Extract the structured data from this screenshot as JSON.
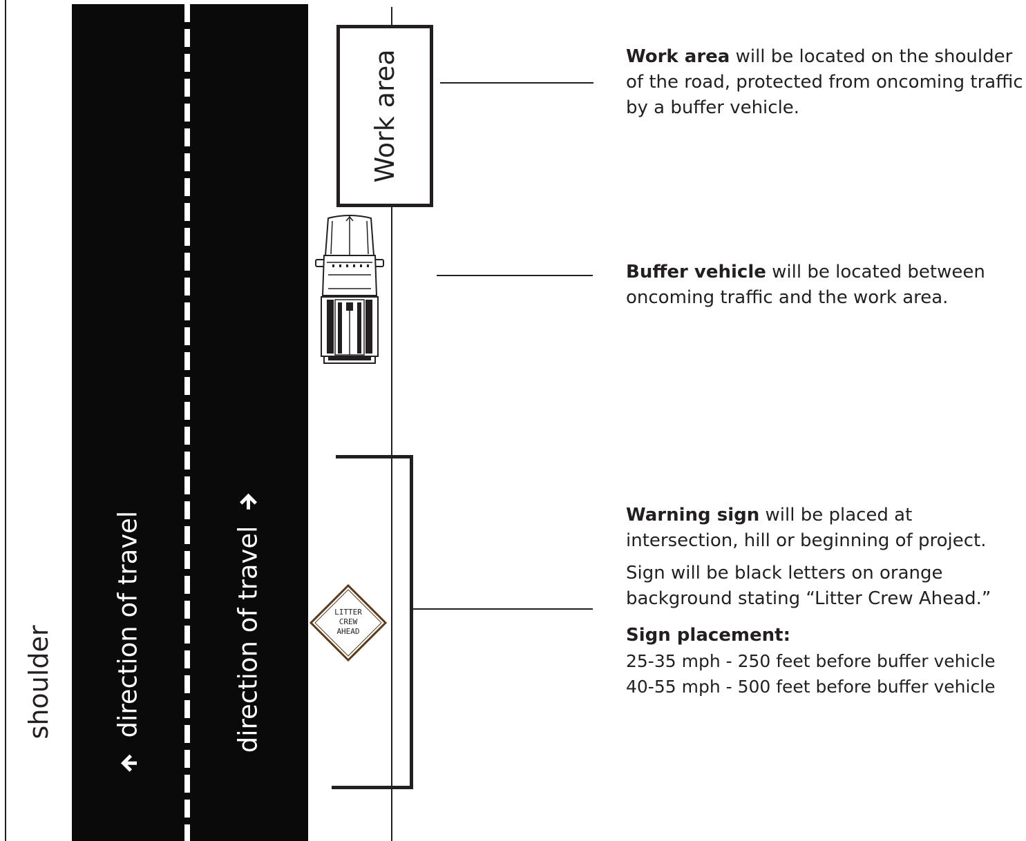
{
  "road": {
    "shoulder_label": "shoulder",
    "direction_label": "direction of travel",
    "arrow_down_icon": "arrow-down-icon",
    "arrow_up_icon": "arrow-up-icon"
  },
  "work_area": {
    "box_label": "Work area",
    "heading": "Work area",
    "description": " will be located on the shoulder of the road, protected from oncoming traffic by a buffer vehicle."
  },
  "buffer_vehicle": {
    "icon": "pickup-truck-icon",
    "heading": "Buffer vehicle",
    "description": " will be located between oncoming traffic and the work area."
  },
  "warning_sign": {
    "sign_text": [
      "LITTER",
      "CREW",
      "AHEAD"
    ],
    "heading": "Warning sign",
    "description": " will be placed at intersection, hill or beginning of project.",
    "sign_note": "Sign will be black letters on orange background stating “Litter Crew Ahead.”",
    "placement_heading": "Sign placement:",
    "placement": [
      "25-35 mph - 250 feet before buffer vehicle",
      "40-55 mph - 500 feet before buffer vehicle"
    ]
  },
  "colors": {
    "road": "#0a0a0a",
    "line": "#231f20",
    "sign_border": "#5a3a1a"
  }
}
